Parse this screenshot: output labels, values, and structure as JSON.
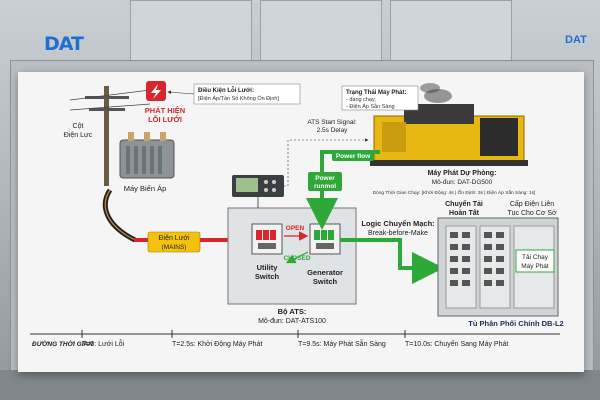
{
  "brand": {
    "logo": "DAT",
    "logo_right": "DAT"
  },
  "grid": {
    "pole_label": [
      "Cột",
      "Điện Lực"
    ],
    "transformer_label": "Máy Biến Áp"
  },
  "fault": {
    "icon": "lightning-icon",
    "label": [
      "PHÁT HIỆN",
      "LỖI LƯỚI"
    ]
  },
  "fault_condition": {
    "title": "Điều Kiện Lỗi Lưới:",
    "detail": "[Điện Áp/Tần Số Không Ổn Định]"
  },
  "mains_label": [
    "Điện Lưới",
    "(MAINS)"
  ],
  "generator": {
    "status_title": "Trạng Thái Máy Phát:",
    "status_items": [
      "- đang chạy,",
      "- Điện Áp Sẵn Sàng"
    ],
    "name": "Máy Phát Dự Phòng:",
    "model": "Mô-đun: DAT-DG500",
    "run_time": "Dòng Thời Gian Chạy: [Khởi Động: 4s | Ổn Định: 3s | Điện Áp Sẵn Sàng: 1s]"
  },
  "ats_signal": {
    "title": "ATS Start Signal:",
    "delay": "2.5s Delay"
  },
  "power_flow_label": "Power flow",
  "power_runmol_label": [
    "Power",
    "runmol"
  ],
  "ats": {
    "utility_switch": [
      "Utility",
      "Switch"
    ],
    "generator_switch": [
      "Generator",
      "Switch"
    ],
    "open_label": "OPEN",
    "closed_label": "CLOSED",
    "title": "Bộ ATS:",
    "model": "Mô-đun: DAT-ATS100"
  },
  "logic": {
    "title": "Logic Chuyển Mạch:",
    "mode": "Break-before-Make"
  },
  "transfer_done": [
    "Chuyển Tải",
    "Hoàn Tất"
  ],
  "supply": {
    "title": [
      "Cấp Điện Liên",
      "Tục Cho Cơ Sở"
    ],
    "load_label": [
      "Tải Chạy",
      "Máy Phát"
    ]
  },
  "panel_label": "Tủ Phân Phối Chính DB-L2",
  "timeline": {
    "title": "ĐƯỜNG THỜI GIAN",
    "events": [
      {
        "label": "T=0: Lưới Lỗi"
      },
      {
        "label": "T=2.5s: Khởi Động Máy Phát"
      },
      {
        "label": "T=9.5s: Máy Phát Sẵn Sàng"
      },
      {
        "label": "T=10.0s: Chuyển Sang Máy Phát"
      }
    ]
  },
  "colors": {
    "fault": "#d8262c",
    "power": "#2fa83a",
    "mains": "#f4c20d",
    "generator": "#e8b712"
  }
}
